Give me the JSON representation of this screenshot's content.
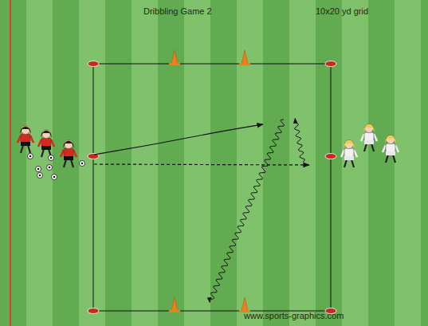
{
  "diagram": {
    "title": "Dribbling Game 2",
    "labels": [
      "10x20 yd grid",
      "www.sports-graphics.com"
    ]
  }
}
